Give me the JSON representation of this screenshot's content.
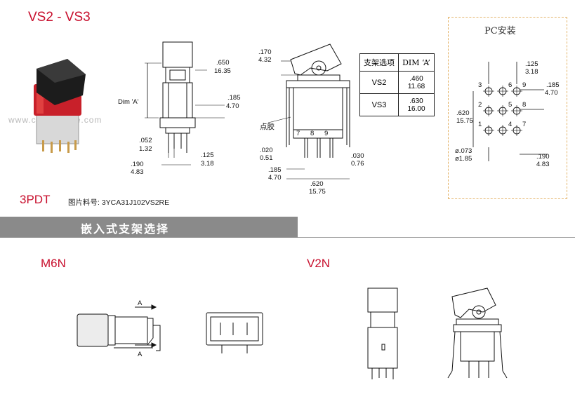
{
  "header": {
    "series_title": "VS2 - VS3",
    "pole_type": "3PDT",
    "part_number": "图片料号: 3YCA31J102VS2RE",
    "watermark": "www.chyechenje.com"
  },
  "dim_table": {
    "header": [
      "支架选项",
      "DIM ‘A’"
    ],
    "rows": [
      {
        "option": "VS2",
        "inch": ".460",
        "mm": "11.68"
      },
      {
        "option": "VS3",
        "inch": ".630",
        "mm": "16.00"
      }
    ]
  },
  "pc_layout": {
    "title": "PC安装",
    "pin_numbers": [
      "3",
      "6",
      "9",
      "2",
      "5",
      "8",
      "1",
      "4",
      "7"
    ],
    "dims": {
      "col_pitch_in": ".125",
      "col_pitch_mm": "3.18",
      "row_pitch_in": ".185",
      "row_pitch_mm": "4.70",
      "height_in": ".620",
      "height_mm": "15.75",
      "hole_in": "ø.073",
      "hole_mm": "ø1.85",
      "offset_in": ".190",
      "offset_mm": "4.83"
    }
  },
  "front_view": {
    "dim_a_label": "Dim 'A'",
    "width_in": ".650",
    "width_mm": "16.35",
    "pin_row_in": ".185",
    "pin_row_mm": "4.70",
    "pin_w_in": ".052",
    "pin_w_mm": "1.32",
    "pin_pitch_in": ".125",
    "pin_pitch_mm": "3.18",
    "pin_off_in": ".190",
    "pin_off_mm": "4.83"
  },
  "side_view": {
    "top_in": ".170",
    "top_mm": "4.32",
    "glue_label": "点胶",
    "pins": [
      "7",
      "8",
      "9"
    ],
    "pin_t_in": ".020",
    "pin_t_mm": "0.51",
    "pin_w_in": ".030",
    "pin_w_mm": "0.76",
    "row_in": ".185",
    "row_mm": "4.70",
    "width_in": ".620",
    "width_mm": "15.75"
  },
  "mounting": {
    "banner": "嵌入式支架选择",
    "option_a": "M6N",
    "option_b": "V2N",
    "section_letter": "A"
  },
  "colors": {
    "accent_red": "#c8102e",
    "banner_gray": "#8a8a8a",
    "pc_border": "#e4b46a"
  }
}
